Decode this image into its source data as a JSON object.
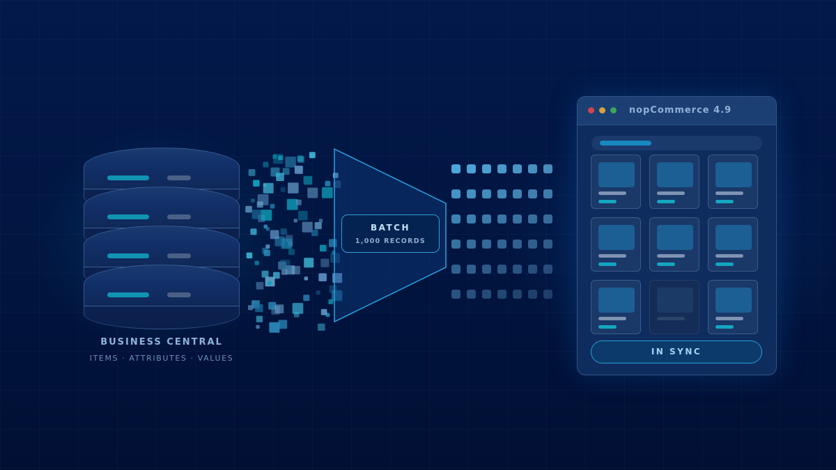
{
  "database": {
    "title": "BUSINESS CENTRAL",
    "subtitle": "ITEMS · ATTRIBUTES · VALUES"
  },
  "batch": {
    "title": "BATCH",
    "records": "1,000 RECORDS"
  },
  "window": {
    "title": "nopCommerce 4.9",
    "sync_label": "IN SYNC"
  },
  "colors": {
    "accent_cyan": "#12a7c2",
    "accent_blue": "#2e9fd8",
    "background": "#011235",
    "traffic_red": "#d0454f",
    "traffic_yellow": "#d6a23a",
    "traffic_green": "#3ea45a"
  }
}
